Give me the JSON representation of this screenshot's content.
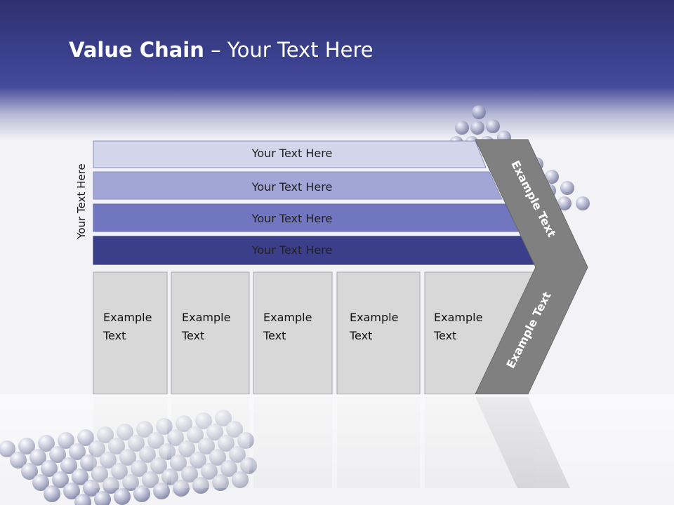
{
  "slide": {
    "title_bold": "Value Chain",
    "title_rest": " – Your Text Here",
    "side_label": "Your Text Here"
  },
  "bars": [
    {
      "label": "Your Text Here",
      "color": "#d3d5ea"
    },
    {
      "label": "Your Text Here",
      "color": "#a2a6d6"
    },
    {
      "label": "Your Text Here",
      "color": "#7076bf"
    },
    {
      "label": "Your Text Here",
      "color": "#3b3f8a"
    }
  ],
  "boxes": [
    {
      "line1": "Example",
      "line2": "Text"
    },
    {
      "line1": "Example",
      "line2": "Text"
    },
    {
      "line1": "Example",
      "line2": "Text"
    },
    {
      "line1": "Example",
      "line2": "Text"
    },
    {
      "line1": "Example",
      "line2": "Text"
    }
  ],
  "chevron": {
    "upper_label": "Example Text",
    "lower_label": "Example Text",
    "color": "#808080"
  },
  "colors": {
    "box_fill": "#d8d8d8",
    "box_stroke": "#a8a8a8",
    "sphere": "#8f93b8"
  }
}
